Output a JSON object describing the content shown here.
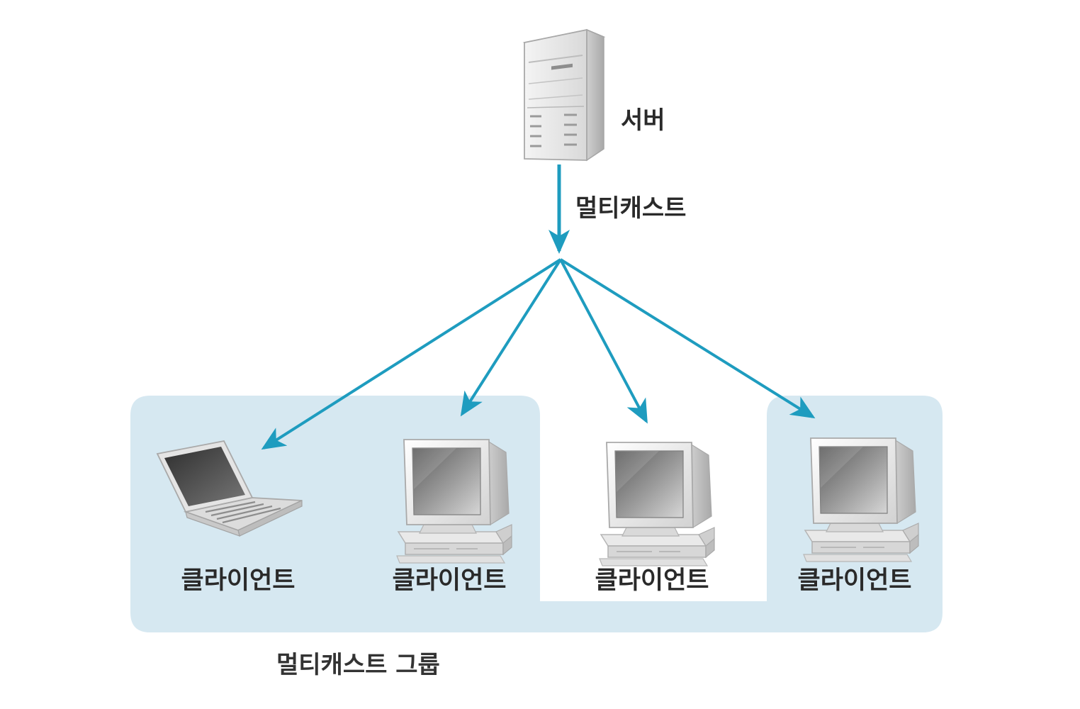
{
  "colors": {
    "group_fill": "#d6e8f1",
    "arrow": "#1e9cbf",
    "label_text": "#2a2a2a"
  },
  "server": {
    "label": "서버",
    "icon": "server-tower-icon"
  },
  "multicast": {
    "label": "멀티캐스트",
    "icon": "arrow-icon"
  },
  "clients": [
    {
      "label": "클라이언트",
      "icon": "laptop-icon",
      "in_group": true
    },
    {
      "label": "클라이언트",
      "icon": "desktop-computer-icon",
      "in_group": true
    },
    {
      "label": "클라이언트",
      "icon": "desktop-computer-icon",
      "in_group": false
    },
    {
      "label": "클라이언트",
      "icon": "desktop-computer-icon",
      "in_group": true
    }
  ],
  "group": {
    "label": "멀티캐스트 그룹"
  }
}
